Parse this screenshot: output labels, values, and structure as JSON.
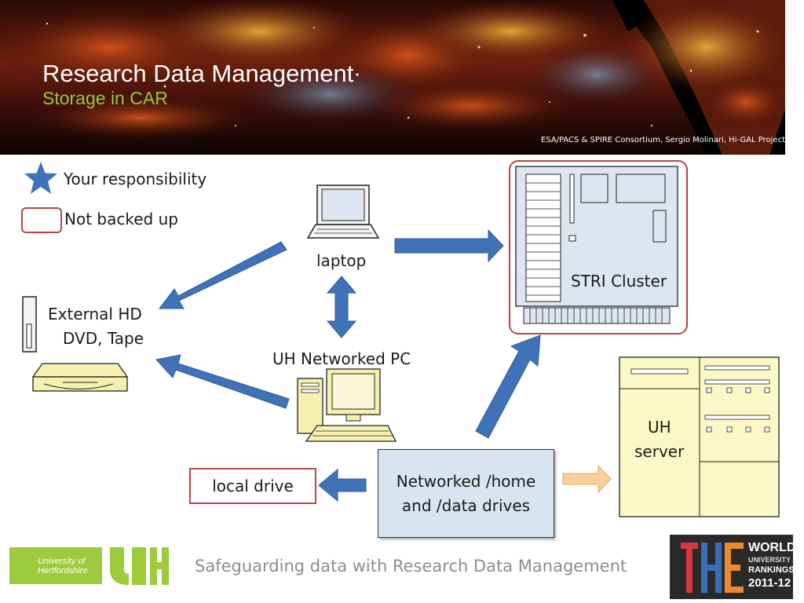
{
  "header": {
    "title": "Research Data Management",
    "subtitle": "Storage in CAR",
    "credit": "ESA/PACS & SPIRE Consortium, Sergio Molinari, Hi-GAL Project"
  },
  "legend": {
    "responsibility": "Your responsibility",
    "not_backed_up": "Not backed up"
  },
  "nodes": {
    "laptop": "laptop",
    "external_hd_line1": "External HD",
    "external_hd_line2": "DVD, Tape",
    "uh_pc": "UH Networked  PC",
    "stri_cluster": "STRI Cluster",
    "uh_server_line1": "UH",
    "uh_server_line2": "server",
    "local_drive": "local drive",
    "networked_line1": "Networked /home",
    "networked_line2": "and /data drives"
  },
  "footer": {
    "tagline": "Safeguarding data with Research Data Management",
    "uh_logo_line1": "University of",
    "uh_logo_line2": "Hertfordshire",
    "the_badge_line1": "WORLD",
    "the_badge_line2": "UNIVERSITY",
    "the_badge_line3": "RANKINGS",
    "the_badge_line4": "2011-12"
  },
  "colors": {
    "arrow_blue": "#3f72b8",
    "arrow_orange": "#f9cf9a",
    "not_backed_red": "#b5454a",
    "subtitle_green": "#9bc93a",
    "uh_green": "#9ccb3b"
  }
}
